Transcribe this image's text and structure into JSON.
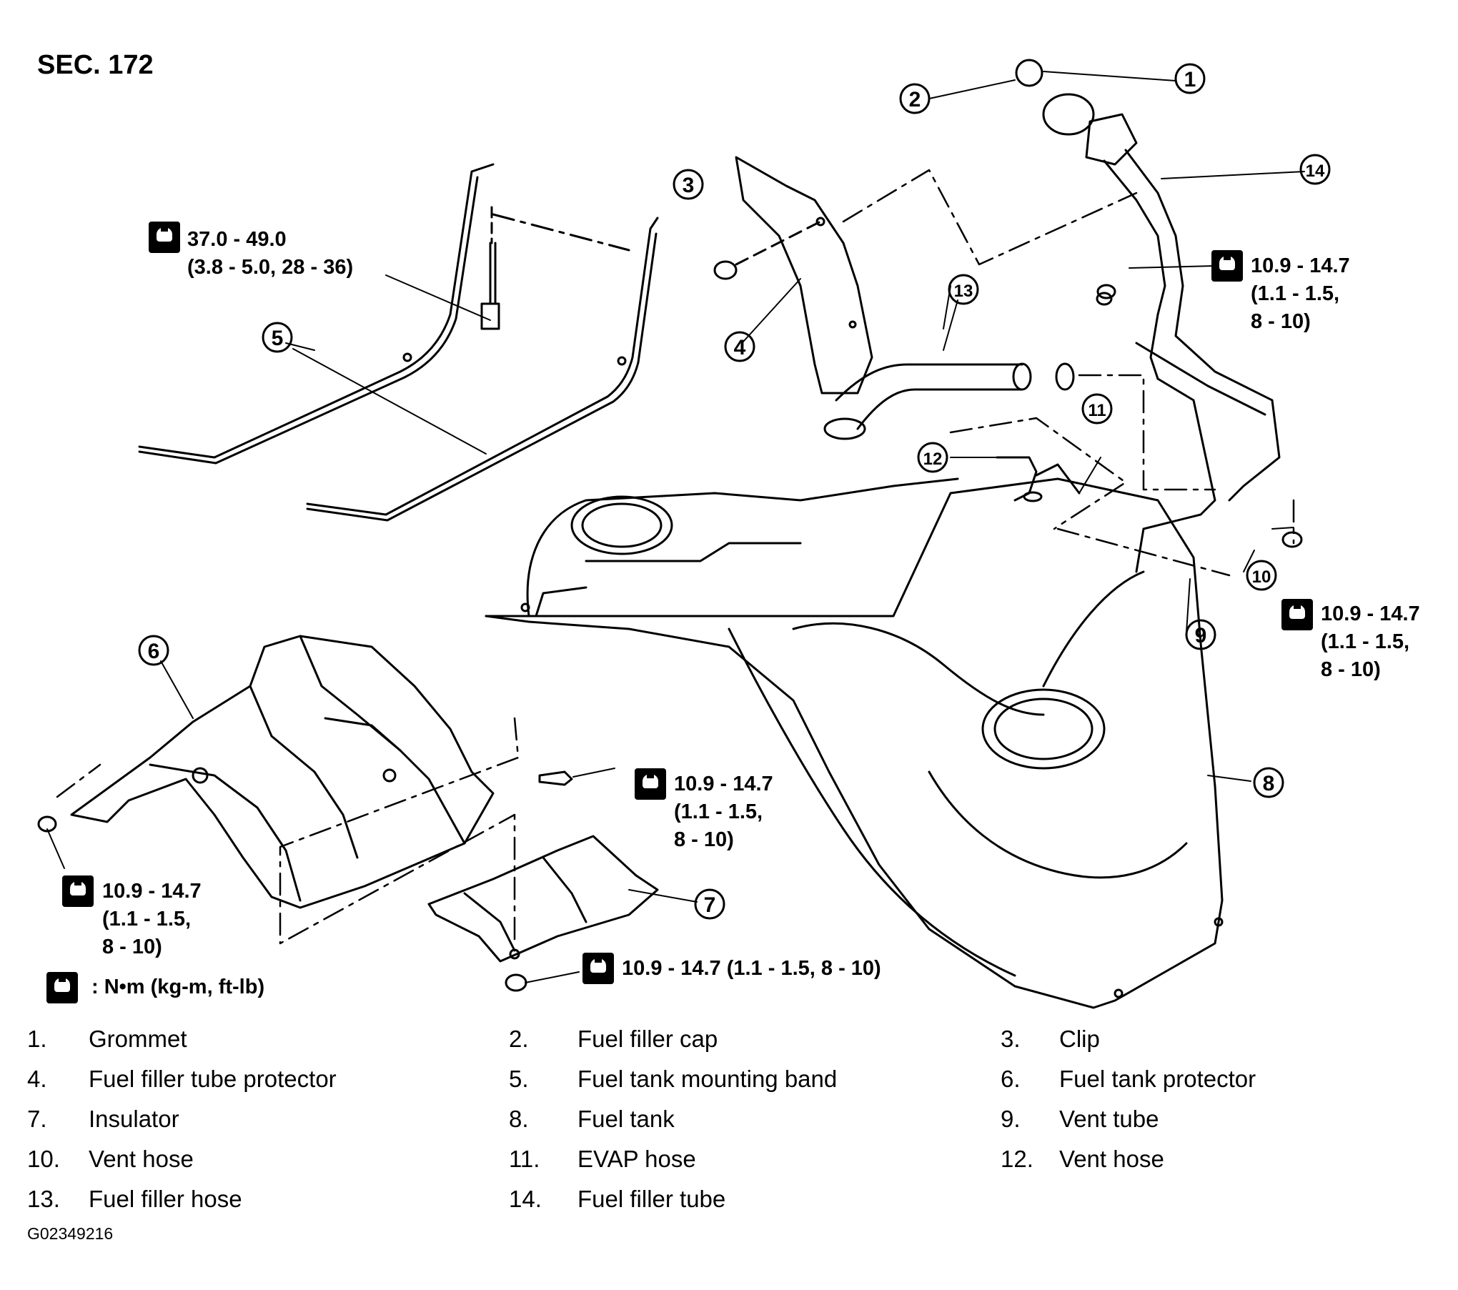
{
  "section": "SEC. 172",
  "torque_specs": [
    {
      "id": "band-bolt",
      "line1": "37.0 - 49.0",
      "line2": "(3.8 - 5.0, 28 - 36)"
    },
    {
      "id": "filler-tube-bolt",
      "line1": "10.9 - 14.7",
      "line2": "(1.1 - 1.5,",
      "line3": "8 - 10)"
    },
    {
      "id": "tank-right-nut",
      "line1": "10.9 - 14.7",
      "line2": "(1.1 - 1.5,",
      "line3": "8 - 10)"
    },
    {
      "id": "protector-bolt",
      "line1": "10.9 - 14.7",
      "line2": "(1.1 - 1.5,",
      "line3": "8 - 10)"
    },
    {
      "id": "protector-nut",
      "line1": "10.9 - 14.7",
      "line2": "(1.1 - 1.5,",
      "line3": "8 - 10)"
    },
    {
      "id": "insulator-nut",
      "line1": "10.9 - 14.7 (1.1 - 1.5, 8 - 10)"
    }
  ],
  "legend": {
    "unit": ": N•m  (kg-m,  ft-lb)"
  },
  "callouts": [
    "1",
    "2",
    "3",
    "4",
    "5",
    "6",
    "7",
    "8",
    "9",
    "10",
    "11",
    "12",
    "13",
    "14"
  ],
  "parts": [
    {
      "num": "1.",
      "name": "Grommet"
    },
    {
      "num": "2.",
      "name": "Fuel filler cap"
    },
    {
      "num": "3.",
      "name": "Clip"
    },
    {
      "num": "4.",
      "name": "Fuel filler tube protector"
    },
    {
      "num": "5.",
      "name": "Fuel tank mounting band"
    },
    {
      "num": "6.",
      "name": "Fuel tank protector"
    },
    {
      "num": "7.",
      "name": "Insulator"
    },
    {
      "num": "8.",
      "name": "Fuel tank"
    },
    {
      "num": "9.",
      "name": "Vent tube"
    },
    {
      "num": "10.",
      "name": "Vent hose"
    },
    {
      "num": "11.",
      "name": "EVAP hose"
    },
    {
      "num": "12.",
      "name": "Vent hose"
    },
    {
      "num": "13.",
      "name": "Fuel filler hose"
    },
    {
      "num": "14.",
      "name": "Fuel filler tube"
    }
  ],
  "figure_id": "G02349216"
}
